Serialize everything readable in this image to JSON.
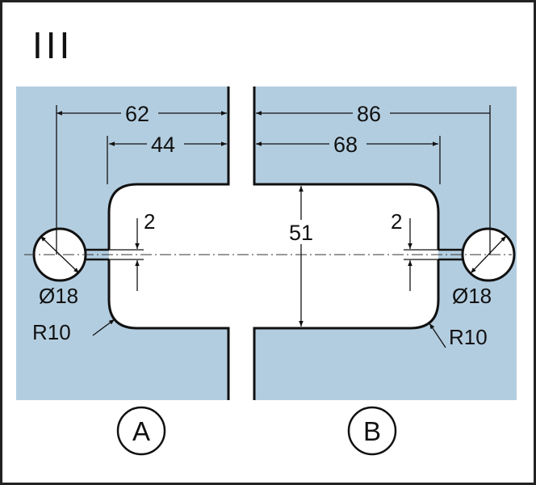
{
  "figure": {
    "roman_numeral": "III"
  },
  "panel_a": {
    "label": "A",
    "dim_outer": "62",
    "dim_inner": "44",
    "dim_slot": "2",
    "hole_diameter": "Ø18",
    "corner_radius": "R10"
  },
  "panel_b": {
    "label": "B",
    "dim_outer": "86",
    "dim_inner": "68",
    "dim_height": "51",
    "dim_slot": "2",
    "hole_diameter": "Ø18",
    "corner_radius": "R10"
  },
  "colors": {
    "glass": "#b3cde0",
    "line": "#111111",
    "frame": "#222222"
  }
}
